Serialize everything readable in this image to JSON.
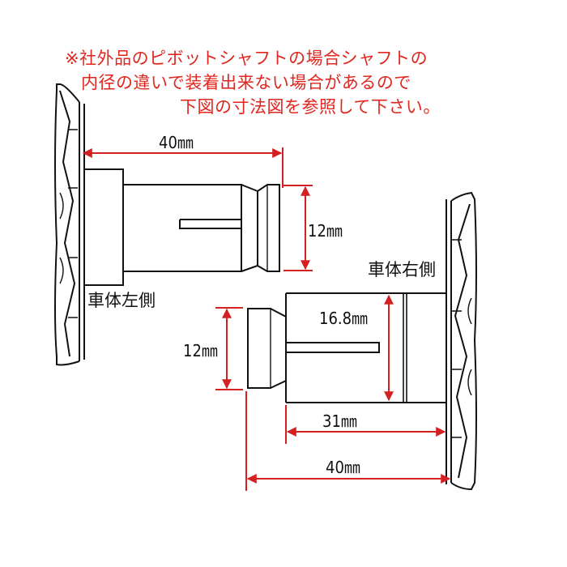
{
  "note": {
    "line1": "※社外品のピボットシャフトの場合シャフトの",
    "line2": "内径の違いで装着出来ない場合があるので",
    "line3": "下図の寸法図を参照して下さい。"
  },
  "left_part": {
    "side_label": "車体左側",
    "length_label": "40㎜",
    "diameter_label": "12㎜"
  },
  "right_part": {
    "side_label": "車体右側",
    "inner_diameter_label": "16.8㎜",
    "tip_diameter_label": "12㎜",
    "shaft_length_label": "31㎜",
    "total_length_label": "40㎜"
  },
  "colors": {
    "note_text": "#e0261e",
    "dimension_line": "#d42020",
    "outline": "#111111",
    "background": "#ffffff"
  }
}
